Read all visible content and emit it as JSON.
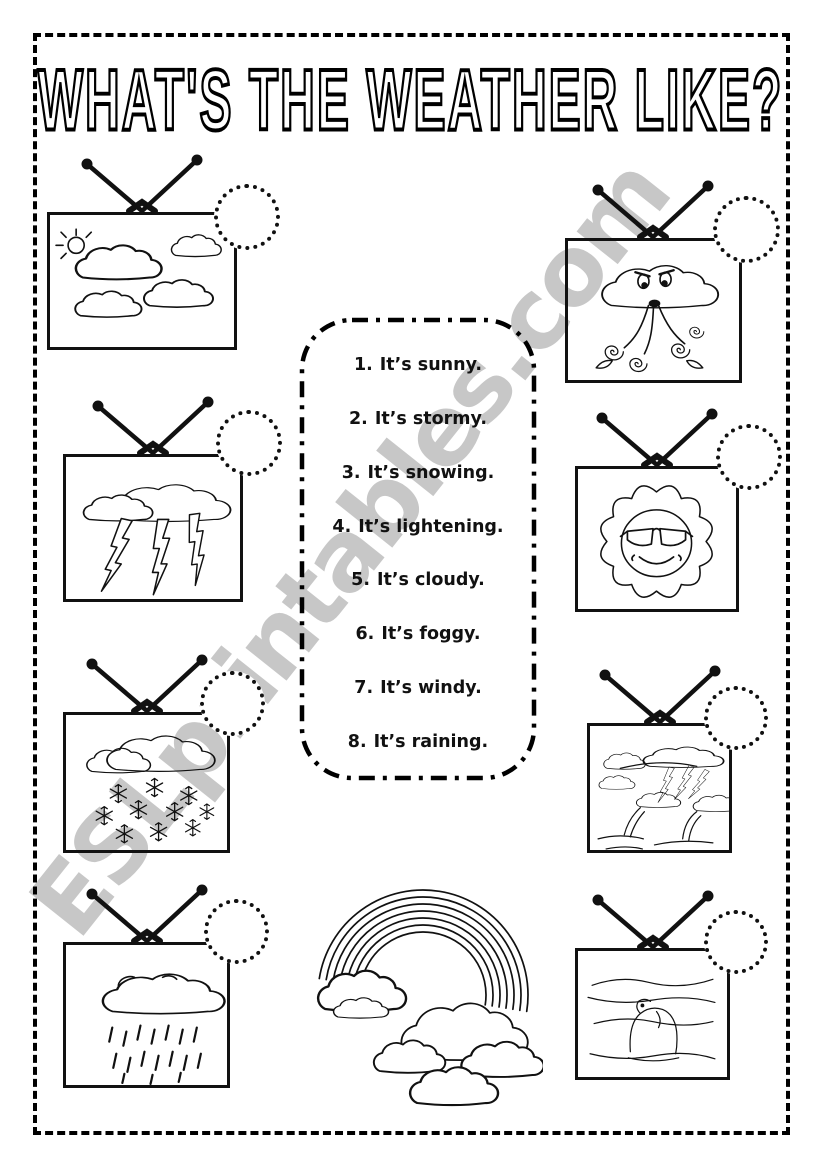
{
  "page": {
    "title": "WHAT'S THE WEATHER LIKE?",
    "watermark": "ESLprintables.com"
  },
  "answer_list": {
    "items": [
      {
        "number": "1.",
        "text": "It’s sunny."
      },
      {
        "number": "2.",
        "text": "It’s stormy."
      },
      {
        "number": "3.",
        "text": "It’s snowing."
      },
      {
        "number": "4.",
        "text": "It’s lightening."
      },
      {
        "number": "5.",
        "text": "It’s cloudy."
      },
      {
        "number": "6.",
        "text": "It’s foggy."
      },
      {
        "number": "7.",
        "text": "It’s windy."
      },
      {
        "number": "8.",
        "text": "It’s raining."
      }
    ]
  },
  "tvs": [
    {
      "position": "top-left",
      "scene": "clouds-with-sun"
    },
    {
      "position": "top-right",
      "scene": "wind-blowing-cloud-face"
    },
    {
      "position": "middle-left",
      "scene": "cloud-with-lightning-bolts"
    },
    {
      "position": "middle-right",
      "scene": "sun-with-sunglasses"
    },
    {
      "position": "lower-left",
      "scene": "cloud-with-snowflakes"
    },
    {
      "position": "lower-right",
      "scene": "storm-clouds-bent-trees"
    },
    {
      "position": "bottom-left",
      "scene": "cloud-with-rain"
    },
    {
      "position": "bottom-right",
      "scene": "foggy-landscape"
    }
  ],
  "decorations": {
    "bottom_center": "rainbow-with-clouds"
  },
  "colors": {
    "ink": "#111111",
    "watermark_gray": "#c7c7c7",
    "paper": "#ffffff"
  }
}
